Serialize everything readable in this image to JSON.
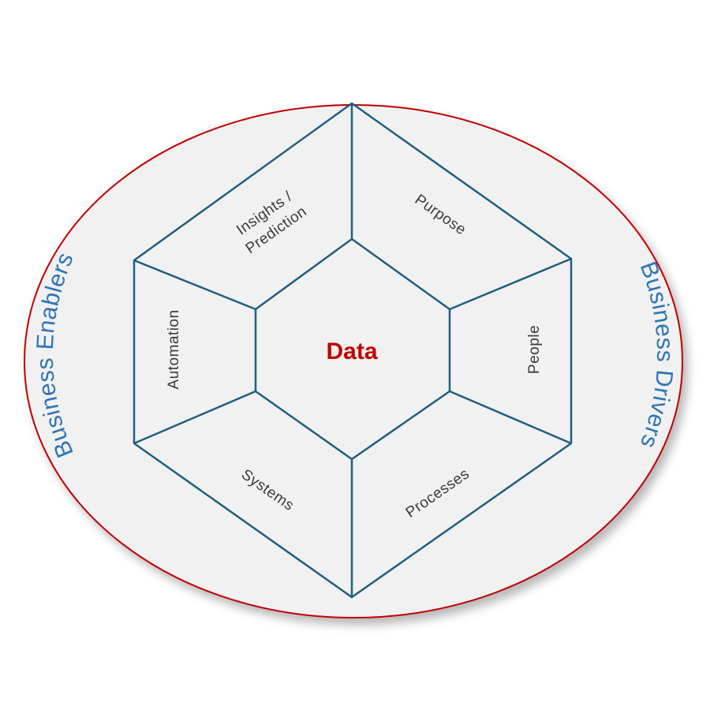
{
  "center": {
    "label": "Data",
    "color": "#c00000"
  },
  "segments": {
    "top_left": [
      "Insights /",
      "Prediction"
    ],
    "top_right": "Purpose",
    "right": "People",
    "bottom_right": "Processes",
    "bottom_left": "Systems",
    "left": "Automation"
  },
  "sides": {
    "left": "Business Enablers",
    "right": "Business Drivers",
    "color": "#2e75b6"
  },
  "colors": {
    "ellipse_fill": "#f1f1f1",
    "ellipse_border": "#c00000",
    "hexagon_fill": "#ffffff",
    "hexagon_stroke": "#1f5f80"
  }
}
